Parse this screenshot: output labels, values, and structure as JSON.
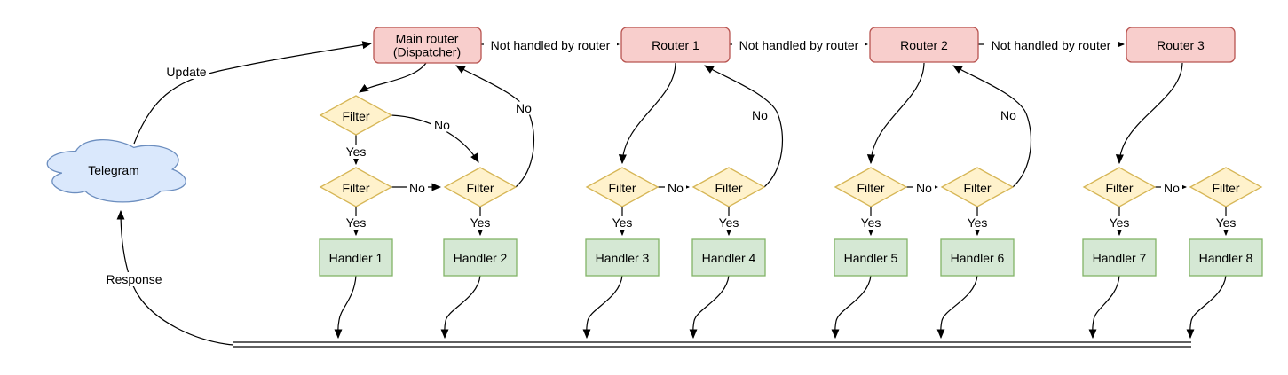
{
  "cloud": {
    "label": "Telegram"
  },
  "labels": {
    "update": "Update",
    "response": "Response",
    "not_handled": "Not handled by router",
    "yes": "Yes",
    "no": "No",
    "filter": "Filter"
  },
  "routers": [
    {
      "line1": "Main router",
      "line2": "(Dispatcher)"
    },
    {
      "label": "Router 1"
    },
    {
      "label": "Router 2"
    },
    {
      "label": "Router 3"
    }
  ],
  "handlers": [
    {
      "label": "Handler 1"
    },
    {
      "label": "Handler 2"
    },
    {
      "label": "Handler 3"
    },
    {
      "label": "Handler 4"
    },
    {
      "label": "Handler 5"
    },
    {
      "label": "Handler 6"
    },
    {
      "label": "Handler 7"
    },
    {
      "label": "Handler 8"
    }
  ],
  "colors": {
    "router_fill": "#f8cecc",
    "router_stroke": "#b85450",
    "filter_fill": "#fff2cc",
    "filter_stroke": "#d6b656",
    "handler_fill": "#d5e8d4",
    "handler_stroke": "#82b366",
    "cloud_fill": "#dae8fc",
    "cloud_stroke": "#6c8ebf",
    "edge_stroke": "#000000",
    "label_text": "#000000"
  }
}
